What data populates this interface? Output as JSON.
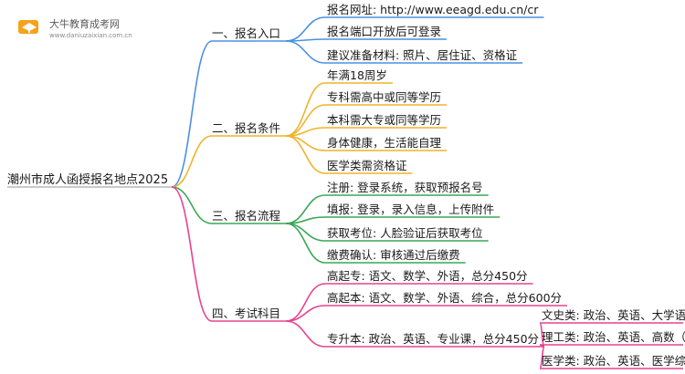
{
  "logo": {
    "title": "大牛教育成考网",
    "url": "www.daniuzaixian.com.cn",
    "icon": "graduation-book-icon"
  },
  "colors": {
    "branch1": "#4a90e2",
    "branch2": "#f0b429",
    "branch3": "#37a855",
    "branch4": "#e6438f",
    "root_line": "#b9b9b9"
  },
  "root": {
    "label": "潮州市成人函授报名地点2025"
  },
  "branches": [
    {
      "label": "一、报名入口",
      "children": [
        {
          "label": "报名网址: http://www.eeagd.edu.cn/cr"
        },
        {
          "label": "报名端口开放后可登录"
        },
        {
          "label": "建议准备材料: 照片、居住证、资格证"
        }
      ]
    },
    {
      "label": "二、报名条件",
      "children": [
        {
          "label": "年满18周岁"
        },
        {
          "label": "专科需高中或同等学历"
        },
        {
          "label": "本科需大专或同等学历"
        },
        {
          "label": "身体健康，生活能自理"
        },
        {
          "label": "医学类需资格证"
        }
      ]
    },
    {
      "label": "三、报名流程",
      "children": [
        {
          "label": "注册: 登录系统，获取预报名号"
        },
        {
          "label": "填报: 登录，录入信息，上传附件"
        },
        {
          "label": "获取考位: 人脸验证后获取考位"
        },
        {
          "label": "缴费确认: 审核通过后缴费"
        }
      ]
    },
    {
      "label": "四、考试科目",
      "children": [
        {
          "label": "高起专: 语文、数学、外语，总分450分"
        },
        {
          "label": "高起本: 语文、数学、外语、综合，总分600分"
        },
        {
          "label": "专升本: 政治、英语、专业课，总分450分",
          "children": [
            {
              "label": "文史类: 政治、英语、大学语文"
            },
            {
              "label": "理工类: 政治、英语、高数（二）"
            },
            {
              "label": "医学类: 政治、英语、医学综合"
            }
          ]
        }
      ]
    }
  ]
}
